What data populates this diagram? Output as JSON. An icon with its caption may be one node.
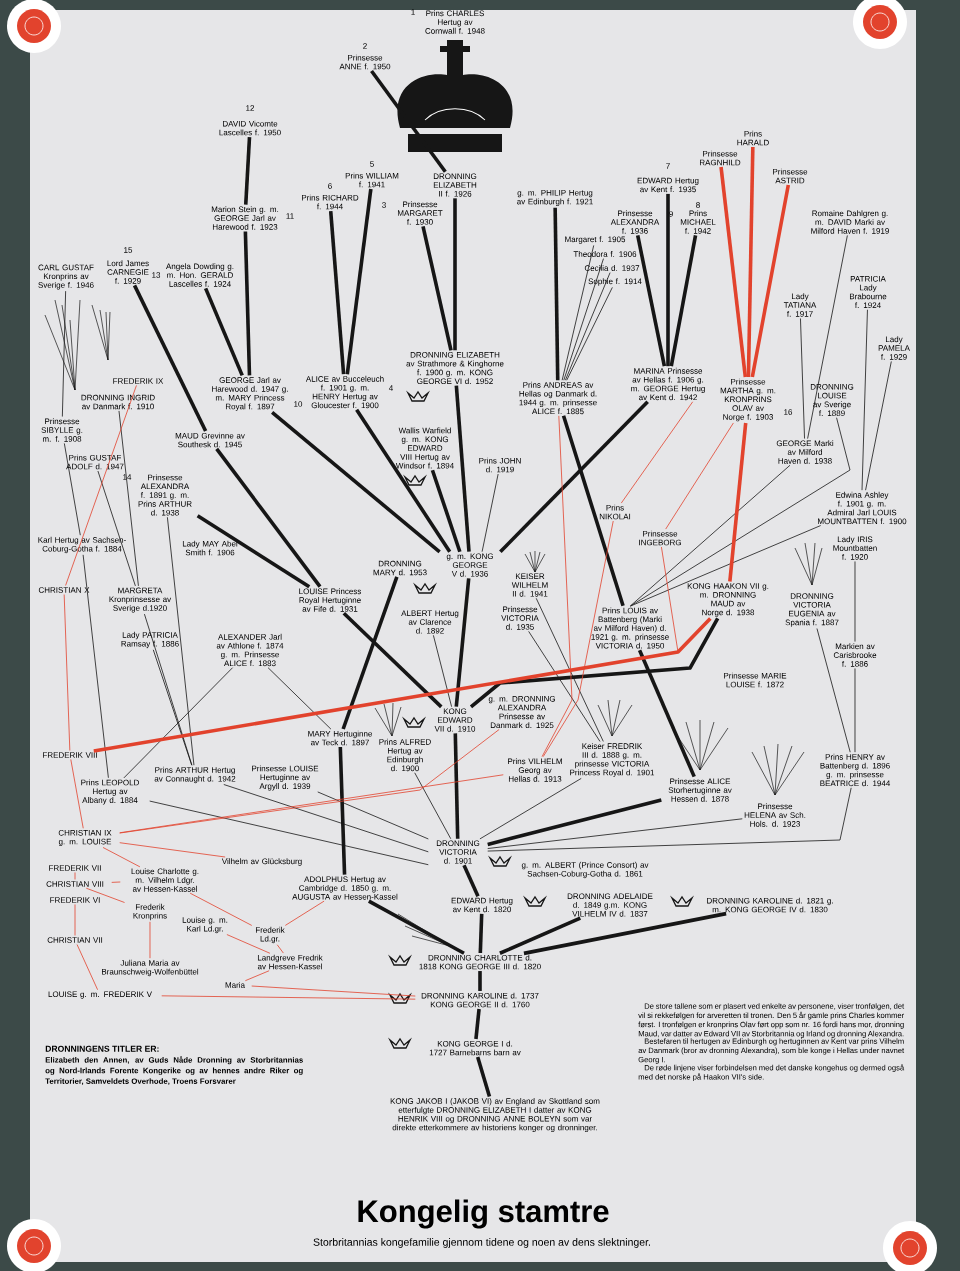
{
  "diagram": {
    "title": "Kongelig stamtre",
    "caption": "Storbritannias kongefamilie gjennom tidene og noen av dens slektninger.",
    "nodes": [
      {
        "text": [
          "Prins CHARLES Hertug av Cornwall f. 1948"
        ],
        "beside": [
          "1"
        ]
      },
      {
        "text": [
          "Prinsesse ANNE f. 1950"
        ],
        "beside": [
          "2"
        ]
      },
      {
        "text": [
          "DAVID Vicomte Lascelles f. 1950"
        ],
        "beside": [
          "12"
        ]
      },
      {
        "text": [
          "Prins WILLIAM f. 1941"
        ],
        "beside": [
          "5"
        ]
      },
      {
        "text": [
          "Prins RICHARD f. 1944"
        ],
        "beside": [
          "6"
        ]
      },
      {
        "text": [
          "Marion Stein g. m. GEORGE Jarl av Harewood f. 1923"
        ],
        "beside": [
          "11"
        ]
      },
      {
        "text": [
          "Prinsesse MARGARET f. 1930"
        ],
        "beside": [
          "3"
        ]
      },
      {
        "text": [
          "DRONNING ELIZABETH II f. 1926"
        ]
      },
      {
        "text": [
          "g. m. PHILIP Hertug av Edinburgh f. 1921"
        ]
      },
      {
        "text": [
          "Margaret f. 1905"
        ]
      },
      {
        "text": [
          "Theodora f. 1906"
        ]
      },
      {
        "text": [
          "Cecilia d. 1937"
        ]
      },
      {
        "text": [
          "Sophie f. 1914"
        ]
      },
      {
        "text": [
          "EDWARD Hertug av Kent f. 1935"
        ],
        "beside": [
          "7"
        ]
      },
      {
        "text": [
          "Prinsesse ALEXANDRA f. 1936"
        ],
        "beside": [
          "9"
        ]
      },
      {
        "text": [
          "Prins MICHAEL f. 1942"
        ],
        "beside": [
          "8"
        ]
      },
      {
        "text": [
          "Prins HARALD"
        ]
      },
      {
        "text": [
          "Prinsesse RAGNHILD"
        ]
      },
      {
        "text": [
          "Prinsesse ASTRID"
        ]
      },
      {
        "text": [
          "Romaine Dahlgren g. m. DAVID Marki av Milford Haven f. 1919"
        ]
      },
      {
        "text": [
          "Lady TATIANA f. 1917"
        ]
      },
      {
        "text": [
          "PATRICIA Lady Brabourne f. 1924"
        ]
      },
      {
        "text": [
          "Lady PAMELA f. 1929"
        ]
      },
      {
        "text": [
          "CARL GUSTAF Kronprins av Sverige f. 1946"
        ]
      },
      {
        "text": [
          "Lord James CARNEGIE f. 1929"
        ],
        "beside": [
          "15"
        ]
      },
      {
        "text": [
          "Angela Dowding g. m. Hon. GERALD Lascelles f. 1924"
        ],
        "beside": [
          "13"
        ]
      },
      {
        "text": [
          "GEORGE Jarl av Harewood d. 1947 g. m. MARY Princess Royal f. 1897"
        ],
        "beside": [
          "10"
        ]
      },
      {
        "text": [
          "ALICE av Bucceleuch f. 1901 g. m. HENRY Hertug av Gloucester f. 1900"
        ],
        "beside": [
          "4"
        ]
      },
      {
        "text": [
          "DRONNING ELIZABETH av Strathmore & Kinghorne f. 1900 g. m. KONG GEORGE VI d. 1952"
        ]
      },
      {
        "text": [
          "Prins ANDREAS av Hellas og Danmark d. 1944 g. m. prinsesse ALICE f. 1885"
        ]
      },
      {
        "text": [
          "MARINA Prinsesse av Hellas f. 1906 g. m. GEORGE Hertug av Kent d. 1942"
        ]
      },
      {
        "text": [
          "Prinsesse MARTHA g. m. KRONPRINS OLAV av Norge f. 1903"
        ],
        "beside": [
          "16"
        ]
      },
      {
        "text": [
          "DRONNING LOUISE av Sverige f. 1889"
        ]
      },
      {
        "text": [
          "Edwina Ashley f. 1901 g. m. Admiral Jarl LOUIS MOUNTBATTEN f. 1900"
        ]
      },
      {
        "text": [
          "GEORGE Marki av Milford Haven d. 1938"
        ]
      },
      {
        "text": [
          "FREDERIK IX"
        ]
      },
      {
        "text": [
          "DRONNING INGRID av Danmark f. 1910"
        ]
      },
      {
        "text": [
          "Prinsesse SIBYLLE g. m. f. 1908"
        ]
      },
      {
        "text": [
          "Prins GUSTAF ADOLF d. 1947"
        ]
      },
      {
        "text": [
          "MAUD Grevinne av Southesk d. 1945"
        ]
      },
      {
        "text": [
          "Prinsesse ALEXANDRA f. 1891 g. m. Prins ARTHUR d. 1938"
        ],
        "beside": [
          "14"
        ]
      },
      {
        "text": [
          "Wallis Warfield g. m. KONG EDWARD VIII Hertug av Windsor f. 1894"
        ]
      },
      {
        "text": [
          "Prins JOHN d. 1919"
        ]
      },
      {
        "text": [
          "Karl Hertug av Sachsen-Coburg-Gotha f. 1884"
        ]
      },
      {
        "text": [
          "CHRISTIAN X"
        ]
      },
      {
        "text": [
          "MARGRETA Kronprinsesse av Sverige d.1920"
        ]
      },
      {
        "text": [
          "Lady MAY Abel Smith f. 1906"
        ]
      },
      {
        "text": [
          "Lady PATRICIA Ramsay f. 1886"
        ]
      },
      {
        "text": [
          "ALEXANDER Jarl av Athlone f. 1874 g. m. Prinsesse ALICE f. 1883"
        ]
      },
      {
        "text": [
          "LOUISE Princess Royal Hertuginne av Fife d. 1931"
        ]
      },
      {
        "text": [
          "DRONNING MARY d. 1953"
        ]
      },
      {
        "text": [
          "g. m. KONG GEORGE V d. 1936"
        ]
      },
      {
        "text": [
          "ALBERT Hertug av Clarence d. 1892"
        ]
      },
      {
        "text": [
          "Prinsesse VICTORIA d. 1935"
        ]
      },
      {
        "text": [
          "KEISER WILHELM II d. 1941"
        ]
      },
      {
        "text": [
          "Prins NIKOLAI"
        ]
      },
      {
        "text": [
          "Prins LOUIS av Battenberg (Marki av Milford Haven) d. 1921 g. m. prinsesse VICTORIA d. 1950"
        ]
      },
      {
        "text": [
          "Prinsesse INGEBORG"
        ]
      },
      {
        "text": [
          "KONG HAAKON VII g. m. DRONNING MAUD av Norge d. 1938"
        ]
      },
      {
        "text": [
          "DRONNING VICTORIA EUGENIA av Spania f. 1887"
        ]
      },
      {
        "text": [
          "Lady IRIS Mountbatten f. 1920"
        ]
      },
      {
        "text": [
          "Markien av Carisbrooke f. 1886"
        ]
      },
      {
        "text": [
          "Prinsesse MARIE LOUISE f. 1872"
        ]
      },
      {
        "text": [
          "MARY Hertuginne av Teck d. 1897"
        ]
      },
      {
        "text": [
          "Prins ALFRED Hertug av Edinburgh d. 1900"
        ]
      },
      {
        "text": [
          "KONG EDWARD VII d. 1910"
        ]
      },
      {
        "text": [
          "g. m. DRONNING ALEXANDRA Prinsesse av Danmark d. 1925"
        ]
      },
      {
        "text": [
          "Keiser FREDRIK III d. 1888 g. m. prinsesse VICTORIA Princess Royal d. 1901"
        ]
      },
      {
        "text": [
          "Prinsesse ALICE Storhertuginne av Hessen d. 1878"
        ]
      },
      {
        "text": [
          "Prinsesse HELENA av Sch. Hols. d. 1923"
        ]
      },
      {
        "text": [
          "Prins HENRY av Battenberg d. 1896 g. m. prinsesse BEATRICE d. 1944"
        ]
      },
      {
        "text": [
          "FREDERIK VIII"
        ]
      },
      {
        "text": [
          "Prins LEOPOLD Hertug av Albany d. 1884"
        ]
      },
      {
        "text": [
          "Prins ARTHUR Hertug av Connaught d. 1942"
        ]
      },
      {
        "text": [
          "Prinsesse LOUISE Hertuginne av Argyll d. 1939"
        ]
      },
      {
        "text": [
          "Prins VILHELM Georg av Hellas d. 1913"
        ]
      },
      {
        "text": [
          "CHRISTIAN IX g. m. LOUISE"
        ]
      },
      {
        "text": [
          "DRONNING VICTORIA d. 1901"
        ]
      },
      {
        "text": [
          "g. m. ALBERT (Prince Consort) av Sachsen-Coburg-Gotha d. 1861"
        ]
      },
      {
        "text": [
          "ADOLPHUS Hertug av Cambridge d. 1850 g. m. AUGUSTA av Hessen-Kassel"
        ]
      },
      {
        "text": [
          "EDWARD Hertug av Kent d. 1820"
        ]
      },
      {
        "text": [
          "DRONNING ADELAIDE d. 1849 g.m. KONG VILHELM IV d. 1837"
        ]
      },
      {
        "text": [
          "DRONNING KAROLINE d. 1821 g. m. KONG GEORGE IV d. 1830"
        ]
      },
      {
        "text": [
          "FREDERIK VII"
        ]
      },
      {
        "text": [
          "Louise Charlotte g. m. Vilhelm Ldgr. av Hessen-Kassel"
        ]
      },
      {
        "text": [
          "Vilhelm av Glücksburg"
        ]
      },
      {
        "text": [
          "CHRISTIAN VIII"
        ]
      },
      {
        "text": [
          "FREDERIK VI"
        ]
      },
      {
        "text": [
          "Frederik Kronprins"
        ]
      },
      {
        "text": [
          "Louise g. m. Karl Ld.gr."
        ]
      },
      {
        "text": [
          "CHRISTIAN VII"
        ]
      },
      {
        "text": [
          "Frederik Ld.gr."
        ]
      },
      {
        "text": [
          "Juliana Maria av Braunschweig-Wolfenbüttel"
        ]
      },
      {
        "text": [
          "Landgreve Fredrik av Hessen-Kassel"
        ]
      },
      {
        "text": [
          "Maria"
        ]
      },
      {
        "text": [
          "LOUISE g. m. FREDERIK V"
        ]
      },
      {
        "text": [
          "DRONNING CHARLOTTE d. 1818 KONG GEORGE III d. 1820"
        ]
      },
      {
        "text": [
          "DRONNING KAROLINE d. 1737 KONG GEORGE II d. 1760"
        ]
      },
      {
        "text": [
          "KONG GEORGE I d. 1727 Barnebarns barn av"
        ]
      },
      {
        "text": [
          "KONG JAKOB I (JAKOB VI) av England av Skottland som etterfulgte DRONNING ELIZABETH I datter av KONG HENRIK VIII og DRONNING ANNE BOLEYN som var direkte etterkommere av historiens konger og dronninger."
        ]
      }
    ],
    "edges": [
      {
        "from": 29,
        "to": 9,
        "arrow": "none"
      },
      {
        "from": 29,
        "to": 10,
        "arrow": "none"
      },
      {
        "from": 29,
        "to": 11,
        "arrow": "none"
      },
      {
        "from": 29,
        "to": 12,
        "arrow": "none"
      },
      {
        "from": 34,
        "to": 19,
        "arrow": "none"
      },
      {
        "from": 34,
        "to": 20,
        "arrow": "none"
      },
      {
        "from": 33,
        "to": 21,
        "arrow": "none"
      },
      {
        "from": 33,
        "to": 22,
        "arrow": "none"
      },
      {
        "from": 51,
        "to": 42,
        "arrow": "none"
      },
      {
        "from": 56,
        "to": 32,
        "arrow": "none"
      },
      {
        "from": 56,
        "to": 34,
        "arrow": "none"
      },
      {
        "from": 56,
        "to": 33,
        "arrow": "none"
      },
      {
        "from": 43,
        "to": 37,
        "arrow": "none"
      },
      {
        "from": 37,
        "to": 23,
        "arrow": "none"
      },
      {
        "from": 45,
        "to": 38,
        "arrow": "none"
      },
      {
        "from": 45,
        "to": 36,
        "arrow": "none"
      },
      {
        "from": 73,
        "to": 45,
        "arrow": "none"
      },
      {
        "from": 73,
        "to": 47,
        "arrow": "none"
      },
      {
        "from": 73,
        "to": 40,
        "arrow": "none"
      },
      {
        "from": 72,
        "to": 43,
        "arrow": "none"
      },
      {
        "from": 72,
        "to": 48,
        "arrow": "none"
      },
      {
        "from": 63,
        "to": 48,
        "arrow": "none"
      },
      {
        "from": 65,
        "to": 52,
        "arrow": "none"
      },
      {
        "from": 67,
        "to": 54,
        "arrow": "none"
      },
      {
        "from": 67,
        "to": 53,
        "arrow": "none"
      },
      {
        "from": 77,
        "to": 67,
        "arrow": "none"
      },
      {
        "from": 77,
        "to": 69,
        "arrow": "none"
      },
      {
        "from": 77,
        "to": 70,
        "arrow": "none"
      },
      {
        "from": 77,
        "to": 64,
        "arrow": "none"
      },
      {
        "from": 77,
        "to": 73,
        "arrow": "none"
      },
      {
        "from": 77,
        "to": 72,
        "arrow": "none"
      },
      {
        "from": 77,
        "to": 74,
        "arrow": "none"
      },
      {
        "from": 61,
        "to": 60,
        "arrow": "none"
      },
      {
        "from": 70,
        "to": 61,
        "arrow": "none"
      },
      {
        "from": 70,
        "to": 59,
        "arrow": "none"
      },
      {
        "from": 99,
        "to": 98,
        "arrow": "none",
        "style": "thick"
      },
      {
        "from": 98,
        "to": 97,
        "arrow": "none",
        "style": "thick"
      },
      {
        "from": 97,
        "to": 96,
        "arrow": "none",
        "style": "thick"
      },
      {
        "from": 96,
        "to": 80,
        "arrow": "none",
        "style": "thick"
      },
      {
        "from": 80,
        "to": 77,
        "arrow": "none",
        "style": "thick"
      },
      {
        "from": 77,
        "to": 65,
        "arrow": "none",
        "style": "thick"
      },
      {
        "from": 65,
        "to": 51,
        "arrow": "none",
        "style": "thick"
      },
      {
        "from": 51,
        "to": 28,
        "arrow": "none",
        "style": "thick"
      },
      {
        "from": 28,
        "to": 7,
        "arrow": "none",
        "style": "thick"
      },
      {
        "from": 7,
        "to": 1,
        "arrow": "none",
        "style": "thick"
      },
      {
        "from": 28,
        "to": 6,
        "arrow": "none",
        "style": "thick"
      },
      {
        "from": 27,
        "to": 3,
        "arrow": "none",
        "style": "thick"
      },
      {
        "from": 27,
        "to": 4,
        "arrow": "none",
        "style": "thick"
      },
      {
        "from": 26,
        "to": 5,
        "arrow": "none",
        "style": "thick"
      },
      {
        "from": 26,
        "to": 25,
        "arrow": "none",
        "style": "thick"
      },
      {
        "from": 5,
        "to": 2,
        "arrow": "none",
        "style": "thick"
      },
      {
        "from": 29,
        "to": 8,
        "arrow": "none",
        "style": "thick"
      },
      {
        "from": 30,
        "to": 13,
        "arrow": "none",
        "style": "thick"
      },
      {
        "from": 30,
        "to": 14,
        "arrow": "none",
        "style": "thick"
      },
      {
        "from": 30,
        "to": 15,
        "arrow": "none",
        "style": "thick"
      },
      {
        "from": 39,
        "to": 24,
        "arrow": "none",
        "style": "thick"
      },
      {
        "from": 49,
        "to": 39,
        "arrow": "none",
        "style": "thick"
      },
      {
        "from": 49,
        "to": 40,
        "arrow": "none",
        "style": "thick"
      },
      {
        "from": 51,
        "to": 26,
        "arrow": "none",
        "style": "thick"
      },
      {
        "from": 51,
        "to": 27,
        "arrow": "none",
        "style": "thick"
      },
      {
        "from": 51,
        "to": 41,
        "arrow": "none",
        "style": "thick"
      },
      {
        "from": 51,
        "to": 30,
        "arrow": "none",
        "style": "thick"
      },
      {
        "from": 56,
        "to": 29,
        "arrow": "none",
        "style": "thick"
      },
      {
        "from": 65,
        "to": 49,
        "arrow": "none",
        "style": "thick"
      },
      {
        "from": 65,
        "to": 58,
        "arrow": "none",
        "style": "thick"
      },
      {
        "from": 63,
        "to": 50,
        "arrow": "none",
        "style": "thick"
      },
      {
        "from": 68,
        "to": 56,
        "arrow": "none",
        "style": "thick"
      },
      {
        "from": 77,
        "to": 68,
        "arrow": "none",
        "style": "thick"
      },
      {
        "from": 96,
        "to": 79,
        "arrow": "none",
        "style": "thick"
      },
      {
        "from": 96,
        "to": 81,
        "arrow": "none",
        "style": "thick"
      },
      {
        "from": 96,
        "to": 82,
        "arrow": "none",
        "style": "thick"
      },
      {
        "from": 79,
        "to": 63,
        "arrow": "none",
        "style": "thick"
      },
      {
        "from": 31,
        "to": 16,
        "arrow": "none",
        "style": "thick",
        "color": "#e2432d"
      },
      {
        "from": 31,
        "to": 17,
        "arrow": "none",
        "style": "thick",
        "color": "#e2432d"
      },
      {
        "from": 31,
        "to": 18,
        "arrow": "none",
        "style": "thick",
        "color": "#e2432d"
      },
      {
        "from": 58,
        "to": 31,
        "arrow": "none",
        "style": "thick",
        "color": "#e2432d"
      },
      {
        "from": 71,
        "to": 58,
        "arrow": "none",
        "style": "thick",
        "color": "#e2432d"
      },
      {
        "from": 71,
        "to": 57,
        "arrow": "none",
        "color": "#e2432d"
      },
      {
        "from": 44,
        "to": 35,
        "arrow": "none",
        "color": "#e2432d"
      },
      {
        "from": 71,
        "to": 44,
        "arrow": "none",
        "color": "#e2432d"
      },
      {
        "from": 55,
        "to": 30,
        "arrow": "none",
        "color": "#e2432d"
      },
      {
        "from": 57,
        "to": 31,
        "arrow": "none",
        "color": "#e2432d"
      },
      {
        "from": 75,
        "to": 29,
        "arrow": "none",
        "color": "#e2432d"
      },
      {
        "from": 75,
        "to": 55,
        "arrow": "none",
        "color": "#e2432d"
      },
      {
        "from": 76,
        "to": 71,
        "arrow": "none",
        "color": "#e2432d"
      },
      {
        "from": 76,
        "to": 66,
        "arrow": "none",
        "color": "#e2432d"
      },
      {
        "from": 76,
        "to": 75,
        "arrow": "none",
        "color": "#e2432d"
      },
      {
        "from": 76,
        "to": 85,
        "arrow": "none",
        "color": "#e2432d"
      },
      {
        "from": 76,
        "to": 84,
        "arrow": "none",
        "color": "#e2432d"
      },
      {
        "from": 84,
        "to": 86,
        "arrow": "none",
        "color": "#e2432d"
      },
      {
        "from": 84,
        "to": 91,
        "arrow": "none",
        "color": "#e2432d"
      },
      {
        "from": 88,
        "to": 86,
        "arrow": "none",
        "color": "#e2432d"
      },
      {
        "from": 88,
        "to": 92,
        "arrow": "none",
        "color": "#e2432d"
      },
      {
        "from": 90,
        "to": 87,
        "arrow": "none",
        "color": "#e2432d"
      },
      {
        "from": 86,
        "to": 83,
        "arrow": "none",
        "color": "#e2432d"
      },
      {
        "from": 95,
        "to": 90,
        "arrow": "none",
        "color": "#e2432d"
      },
      {
        "from": 95,
        "to": 97,
        "arrow": "none",
        "color": "#e2432d"
      },
      {
        "from": 94,
        "to": 97,
        "arrow": "none",
        "color": "#e2432d"
      },
      {
        "from": 93,
        "to": 94,
        "arrow": "none",
        "color": "#e2432d"
      },
      {
        "from": 93,
        "to": 91,
        "arrow": "none",
        "color": "#e2432d"
      },
      {
        "from": 91,
        "to": 79,
        "arrow": "none",
        "color": "#e2432d"
      },
      {
        "from": 89,
        "to": 93,
        "arrow": "none",
        "color": "#e2432d"
      }
    ],
    "labels": [
      "DRONNINGENS TITLER ER:",
      "Elizabeth den Annen, av Guds Nåde Dronning av Storbritannias og Nord-Irlands Forente Kongerike og av hennes andre Riker og Territorier, Samveldets Overhode, Troens Forsvarer",
      "De store tallene som er plasert ved enkelte av personene, viser tronfølgen, det vil si rekkefølgen for arveretten til tronen. Den 5 år gamle prins Charles kommer først. I tronfølgen er kronprins Olav ført opp som nr. 16 fordi hans mor, dronning Maud, var datter av Edward VII av Storbritannia og Irland og dronning Alexandra.",
      "Bestefaren til hertugen av Edinburgh og hertuginnen av Kent var prins Vilhelm av Danmark (bror av dronning Alexandra), som ble konge i Hellas under navnet Georg I.",
      "De røde linjene viser forbindelsen med det danske kongehus og dermed også med det norske på Haakon VII's side."
    ]
  }
}
